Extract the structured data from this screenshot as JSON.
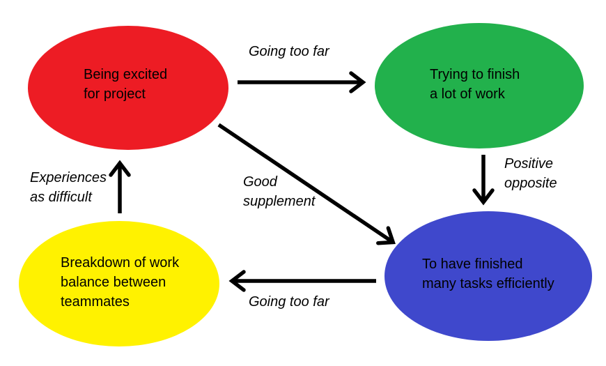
{
  "colors": {
    "arrow": "#000000",
    "text": "#000000",
    "background": "#ffffff"
  },
  "nodes": {
    "excited": {
      "label": "Being excited for project",
      "lines": [
        "Being excited",
        "for project"
      ],
      "color": "#ed1c24"
    },
    "finish": {
      "label": "Trying to finish a lot of work",
      "lines": [
        "Trying to finish",
        "a lot of work"
      ],
      "color": "#22b14c"
    },
    "efficient": {
      "label": "To have finished many tasks efficiently",
      "lines": [
        "To have finished",
        "many tasks efficiently"
      ],
      "color": "#3f48cc"
    },
    "breakdown": {
      "label": "Breakdown of work balance between teammates",
      "lines": [
        "Breakdown of work",
        "balance between",
        "teammates"
      ],
      "color": "#fff200"
    }
  },
  "edges": {
    "excited_to_finish": {
      "label": "Going too far"
    },
    "finish_to_efficient": {
      "label": "Positive opposite",
      "lines": [
        "Positive",
        "opposite"
      ]
    },
    "excited_to_efficient": {
      "label": "Good supplement",
      "lines": [
        "Good",
        "supplement"
      ]
    },
    "efficient_to_breakdown": {
      "label": "Going too far"
    },
    "breakdown_to_excited": {
      "label": "Experiences as difficult",
      "lines": [
        "Experiences",
        "as difficult"
      ]
    }
  }
}
